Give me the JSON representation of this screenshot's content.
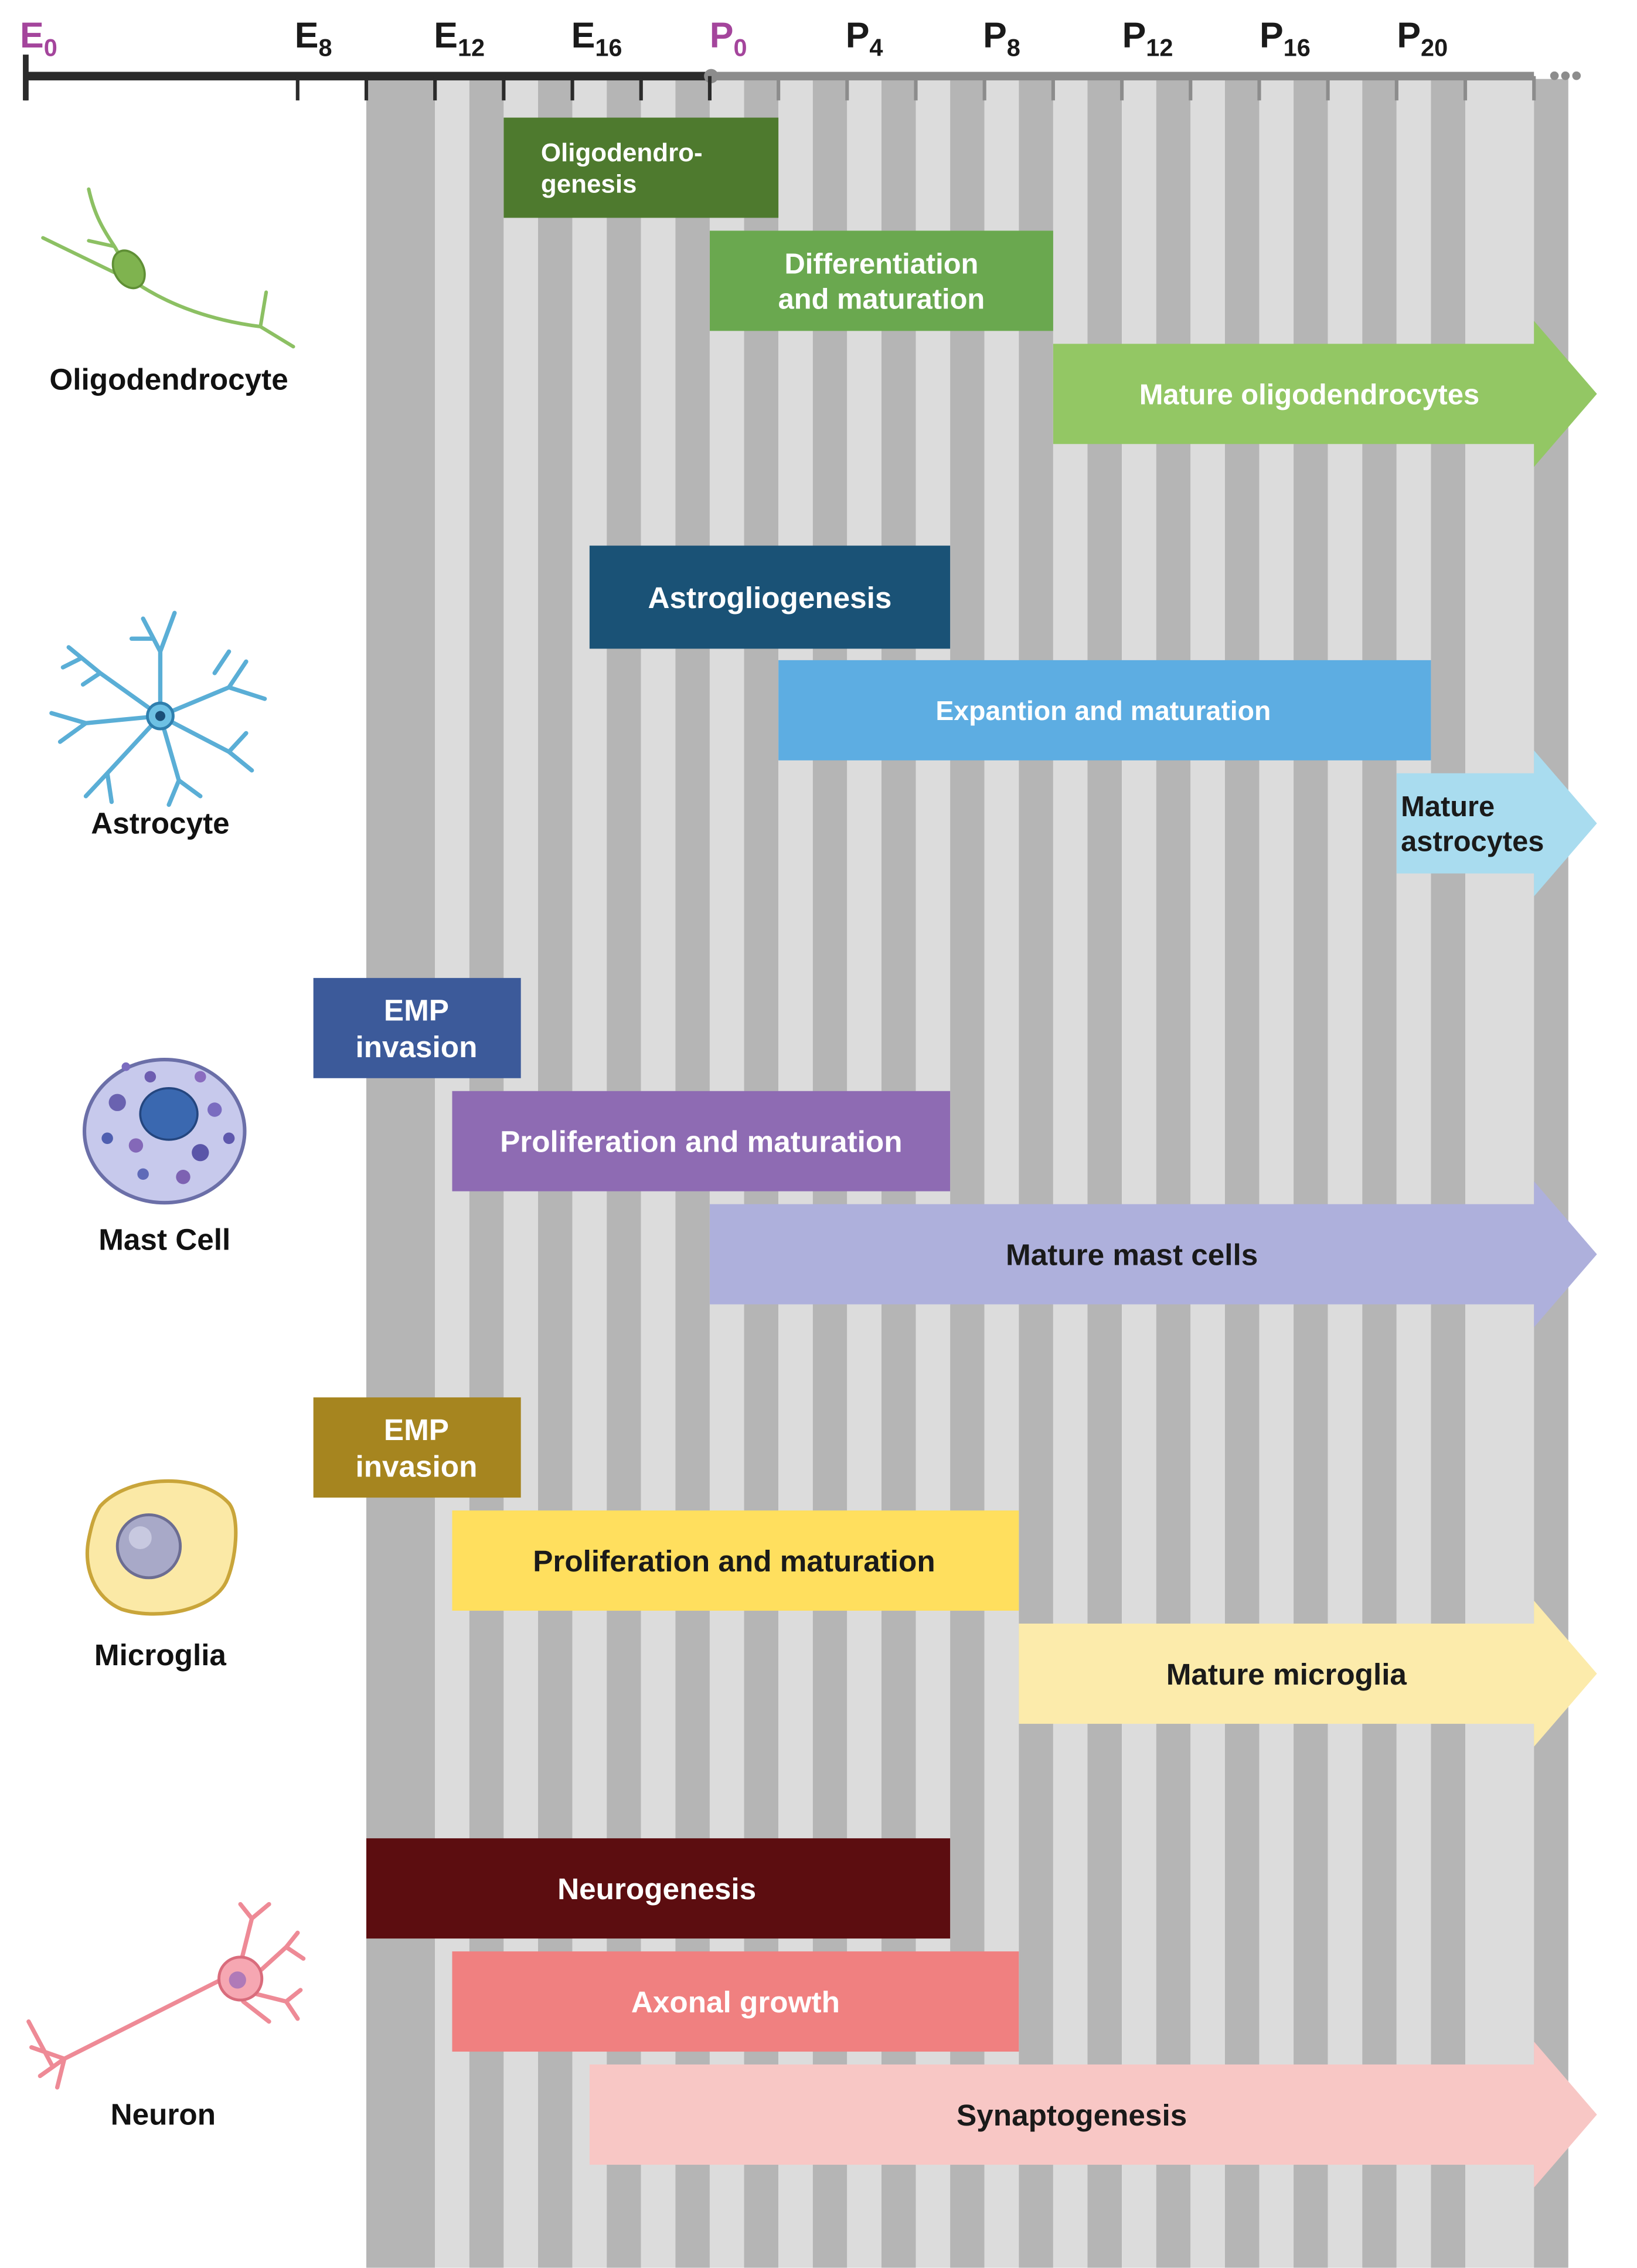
{
  "timeline": {
    "ticks": [
      {
        "base": "E",
        "sub": "0",
        "highlight": true
      },
      {
        "base": "E",
        "sub": "8",
        "highlight": false
      },
      {
        "base": "E",
        "sub": "12",
        "highlight": false
      },
      {
        "base": "E",
        "sub": "16",
        "highlight": false
      },
      {
        "base": "P",
        "sub": "0",
        "highlight": true
      },
      {
        "base": "P",
        "sub": "4",
        "highlight": false
      },
      {
        "base": "P",
        "sub": "8",
        "highlight": false
      },
      {
        "base": "P",
        "sub": "12",
        "highlight": false
      },
      {
        "base": "P",
        "sub": "16",
        "highlight": false
      },
      {
        "base": "P",
        "sub": "20",
        "highlight": false
      }
    ],
    "continuation_marker": "•••"
  },
  "colors": {
    "highlight_tick": "#a4459c",
    "tick_text": "#1a1a1a",
    "axis_embryonic": "#2b2b2b",
    "axis_postnatal": "#8c8c8c",
    "stripe_dark": "#b5b5b5",
    "stripe_light": "#dcdcdc"
  },
  "cell_types": [
    {
      "name": "Oligodendrocyte",
      "icon": "oligodendrocyte-icon",
      "stages": [
        {
          "lines": [
            "Oligodendro-",
            "genesis"
          ],
          "color": "#4e7a2e",
          "text_color": "#ffffff",
          "arrow": false
        },
        {
          "lines": [
            "Differentiation",
            "and maturation"
          ],
          "color": "#6aa84f",
          "text_color": "#ffffff",
          "arrow": false
        },
        {
          "lines": [
            "Mature oligodendrocytes"
          ],
          "color": "#93c764",
          "text_color": "#ffffff",
          "arrow": true
        }
      ]
    },
    {
      "name": "Astrocyte",
      "icon": "astrocyte-icon",
      "stages": [
        {
          "lines": [
            "Astrogliogenesis"
          ],
          "color": "#1a5276",
          "text_color": "#ffffff",
          "arrow": false
        },
        {
          "lines": [
            "Expantion and maturation"
          ],
          "color": "#5dade2",
          "text_color": "#ffffff",
          "arrow": false
        },
        {
          "lines": [
            "Mature",
            "astrocytes"
          ],
          "color": "#a9dcef",
          "text_color": "#1a1a1a",
          "arrow": true
        }
      ]
    },
    {
      "name": "Mast Cell",
      "icon": "mast-cell-icon",
      "stages": [
        {
          "lines": [
            "EMP",
            "invasion"
          ],
          "color": "#3c5a9a",
          "text_color": "#ffffff",
          "arrow": false
        },
        {
          "lines": [
            "Proliferation and maturation"
          ],
          "color": "#8e6bb3",
          "text_color": "#ffffff",
          "arrow": false
        },
        {
          "lines": [
            "Mature mast cells"
          ],
          "color": "#aeb0dc",
          "text_color": "#1a1a1a",
          "arrow": true
        }
      ]
    },
    {
      "name": "Microglia",
      "icon": "microglia-icon",
      "stages": [
        {
          "lines": [
            "EMP",
            "invasion"
          ],
          "color": "#a6851f",
          "text_color": "#ffffff",
          "arrow": false
        },
        {
          "lines": [
            "Proliferation and maturation"
          ],
          "color": "#ffdf5e",
          "text_color": "#1a1a1a",
          "arrow": false
        },
        {
          "lines": [
            "Mature microglia"
          ],
          "color": "#fcebab",
          "text_color": "#1a1a1a",
          "arrow": true
        }
      ]
    },
    {
      "name": "Neuron",
      "icon": "neuron-icon",
      "stages": [
        {
          "lines": [
            "Neurogenesis"
          ],
          "color": "#5c0d10",
          "text_color": "#ffffff",
          "arrow": false
        },
        {
          "lines": [
            "Axonal growth"
          ],
          "color": "#f08080",
          "text_color": "#ffffff",
          "arrow": false
        },
        {
          "lines": [
            "Synaptogenesis"
          ],
          "color": "#f8c7c5",
          "text_color": "#1a1a1a",
          "arrow": true
        }
      ]
    }
  ]
}
